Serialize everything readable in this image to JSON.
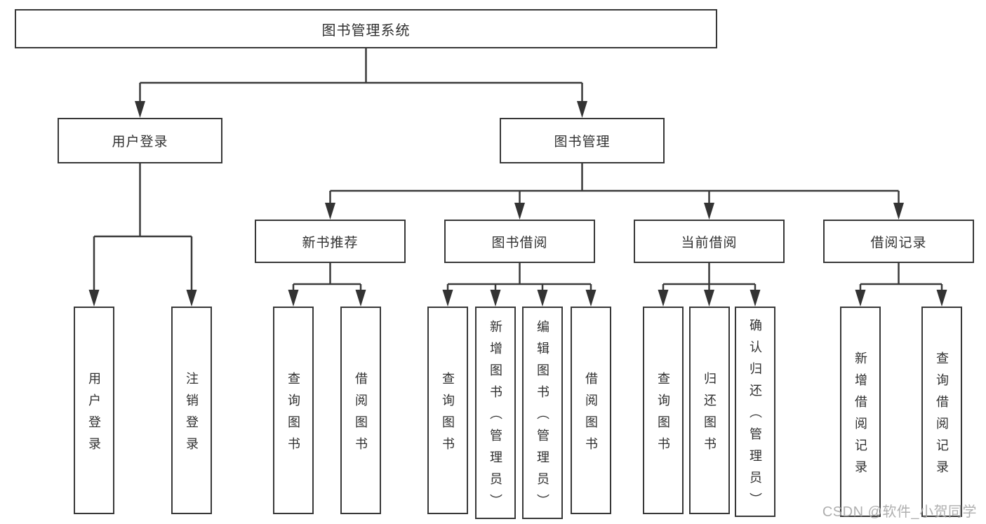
{
  "diagram": {
    "type": "hierarchy-tree",
    "title": "图书管理系统"
  },
  "tree": {
    "root": {
      "label": "图书管理系统"
    },
    "branches": [
      {
        "label": "用户登录",
        "children": [
          {
            "label": "用户登录"
          },
          {
            "label": "注销登录"
          }
        ]
      },
      {
        "label": "图书管理",
        "children": [
          {
            "label": "新书推荐",
            "children": [
              {
                "label": "查询图书"
              },
              {
                "label": "借阅图书"
              }
            ]
          },
          {
            "label": "图书借阅",
            "children": [
              {
                "label": "查询图书"
              },
              {
                "label": "新增图书（管理员）"
              },
              {
                "label": "编辑图书（管理员）"
              },
              {
                "label": "借阅图书"
              }
            ]
          },
          {
            "label": "当前借阅",
            "children": [
              {
                "label": "查询图书"
              },
              {
                "label": "归还图书"
              },
              {
                "label": "确认归还（管理员）"
              }
            ]
          },
          {
            "label": "借阅记录",
            "children": [
              {
                "label": "新增借阅记录"
              },
              {
                "label": "查询借阅记录"
              }
            ]
          }
        ]
      }
    ]
  },
  "watermark": {
    "text": "CSDN @软件_小贺同学"
  },
  "colors": {
    "line": "#3a3a3a",
    "box_border": "#383838",
    "text": "#303030",
    "watermark": "#a8a8a8",
    "background": "#ffffff"
  }
}
